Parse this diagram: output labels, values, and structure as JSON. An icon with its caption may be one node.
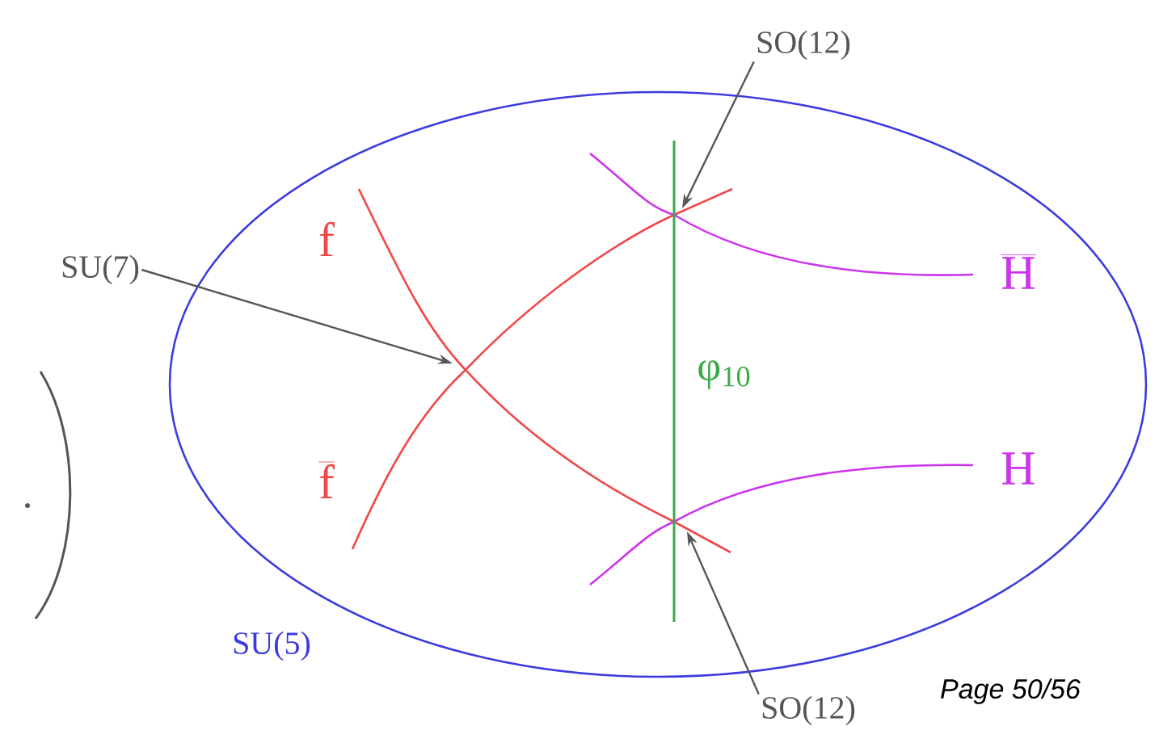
{
  "diagram": {
    "nodes": [
      {
        "text": [
          "SU(5)"
        ]
      },
      {
        "text": [
          "SU(7)"
        ]
      },
      {
        "text": [
          "SO(12)"
        ]
      },
      {
        "text": [
          "SO(12)"
        ]
      }
    ],
    "edges": [
      {
        "from": 1,
        "to": 0,
        "arrow": "to"
      },
      {
        "from": 2,
        "to": 0,
        "arrow": "to"
      },
      {
        "from": 3,
        "to": 0,
        "arrow": "to"
      }
    ],
    "labels": [
      "f",
      "f",
      "φ$_{10}$",
      "H",
      "H",
      "Page 50/56"
    ]
  }
}
